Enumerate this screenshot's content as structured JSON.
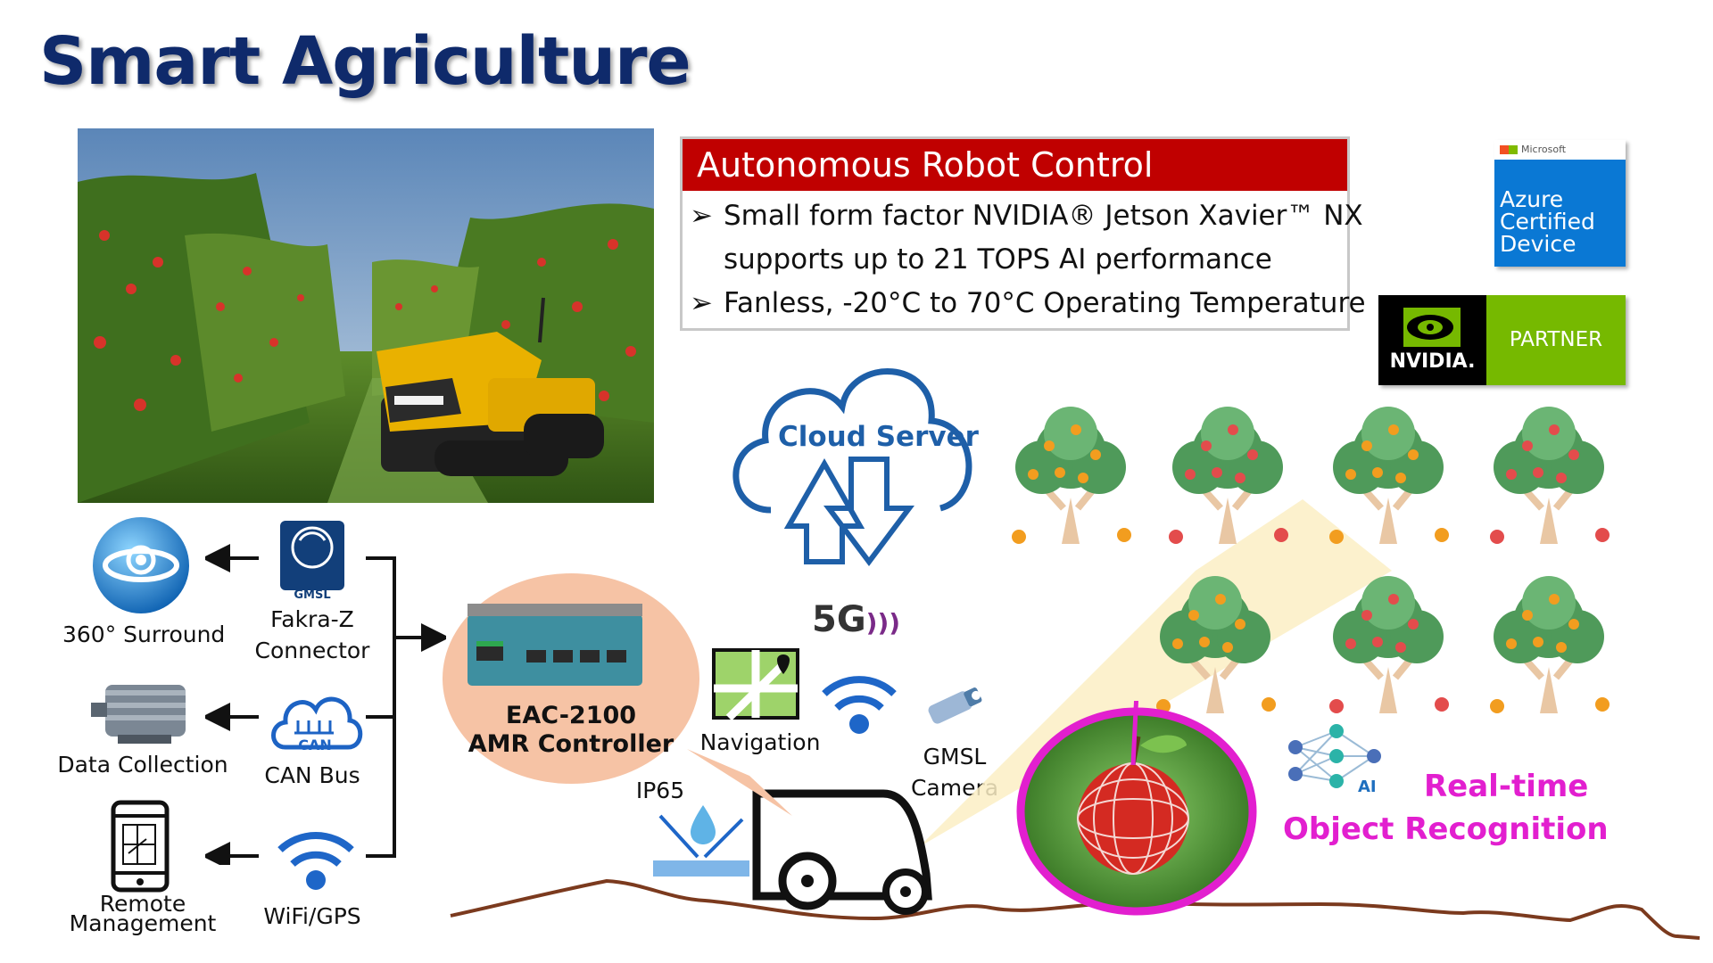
{
  "title": "Smart Agriculture",
  "robot_control": {
    "heading": "Autonomous Robot Control",
    "bullets": [
      "Small form factor NVIDIA® Jetson Xavier™ NX",
      "supports up to 21 TOPS AI performance",
      "Fanless, -20°C to 70°C Operating Temperature"
    ],
    "bullet_marker": "➢"
  },
  "badges": {
    "microsoft": "Microsoft",
    "azure_lines": [
      "Azure",
      "Certified",
      "Device"
    ],
    "nvidia_word": "NVIDIA.",
    "nvidia_partner": "PARTNER"
  },
  "left_diagram": {
    "outputs": [
      "360° Surround",
      "Data Collection"
    ],
    "remote": [
      "Remote",
      "Management"
    ],
    "gmsl_badge": "GMSL",
    "fakra": [
      "Fakra-Z",
      "Connector"
    ],
    "can_badge": "CAN",
    "can_bus": "CAN Bus",
    "wifi_gps": "WiFi/GPS"
  },
  "controller": {
    "lines": [
      "EAC-2100",
      "AMR Controller"
    ]
  },
  "labels": {
    "cloud_server": "Cloud Server",
    "fiveg": "5G",
    "navigation": "Navigation",
    "gmsl_camera": [
      "GMSL",
      "Camera"
    ],
    "ip65": "IP65",
    "ai": "AI",
    "realtime": [
      "Real-time",
      "Object Recognition"
    ]
  },
  "colors": {
    "title": "#0f2a6b",
    "header_red": "#c00000",
    "azure_blue": "#0a78d4",
    "nvidia_green": "#76b900",
    "cloud_blue": "#1e5fa8",
    "highlight_magenta": "#e21fcf",
    "controller_peach": "#f6c3a5"
  }
}
